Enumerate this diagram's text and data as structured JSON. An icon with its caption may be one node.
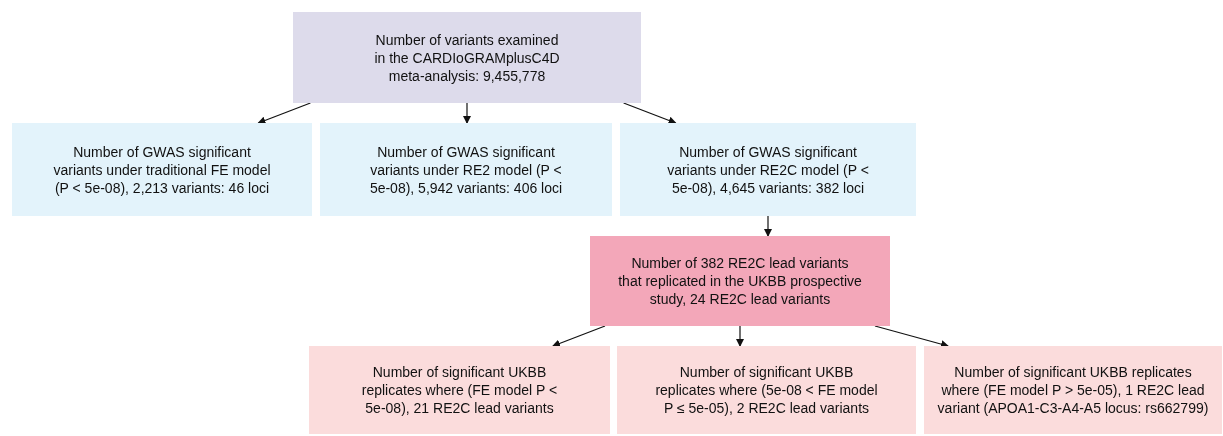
{
  "diagram": {
    "nodes": [
      {
        "text": [
          "Number of variants examined in the CARDIoGRAMplusC4D meta-analysis: 9,455,778"
        ]
      },
      {
        "text": [
          "Number of GWAS significant variants under traditional FE model (P < 5e-08), 2,213 variants: 46 loci"
        ]
      },
      {
        "text": [
          "Number of GWAS significant variants under RE2 model (P < 5e-08), 5,942 variants: 406 loci"
        ]
      },
      {
        "text": [
          "Number of GWAS significant variants under RE2C model (P < 5e-08), 4,645 variants: 382 loci"
        ]
      },
      {
        "text": [
          "Number of 382 RE2C lead variants that replicated in the UKBB prospective study, 24 RE2C lead variants"
        ]
      },
      {
        "text": [
          "Number of significant UKBB replicates where (FE model P < 5e-08), 21 RE2C lead variants"
        ]
      },
      {
        "text": [
          "Number of significant UKBB replicates where (5e-08 < FE model P ≤ 5e-05), 2 RE2C lead variants"
        ]
      },
      {
        "text": [
          "Number of significant UKBB replicates where (FE model P > 5e-05), 1 RE2C lead variant (APOA1-C3-A4-A5 locus: rs662799)"
        ]
      }
    ],
    "edges": [
      {
        "from": 0,
        "to": 1,
        "arrow": "to"
      },
      {
        "from": 0,
        "to": 2,
        "arrow": "to"
      },
      {
        "from": 0,
        "to": 3,
        "arrow": "to"
      },
      {
        "from": 3,
        "to": 4,
        "arrow": "to"
      },
      {
        "from": 4,
        "to": 5,
        "arrow": "to"
      },
      {
        "from": 4,
        "to": 6,
        "arrow": "to"
      },
      {
        "from": 4,
        "to": 7,
        "arrow": "to"
      }
    ]
  }
}
